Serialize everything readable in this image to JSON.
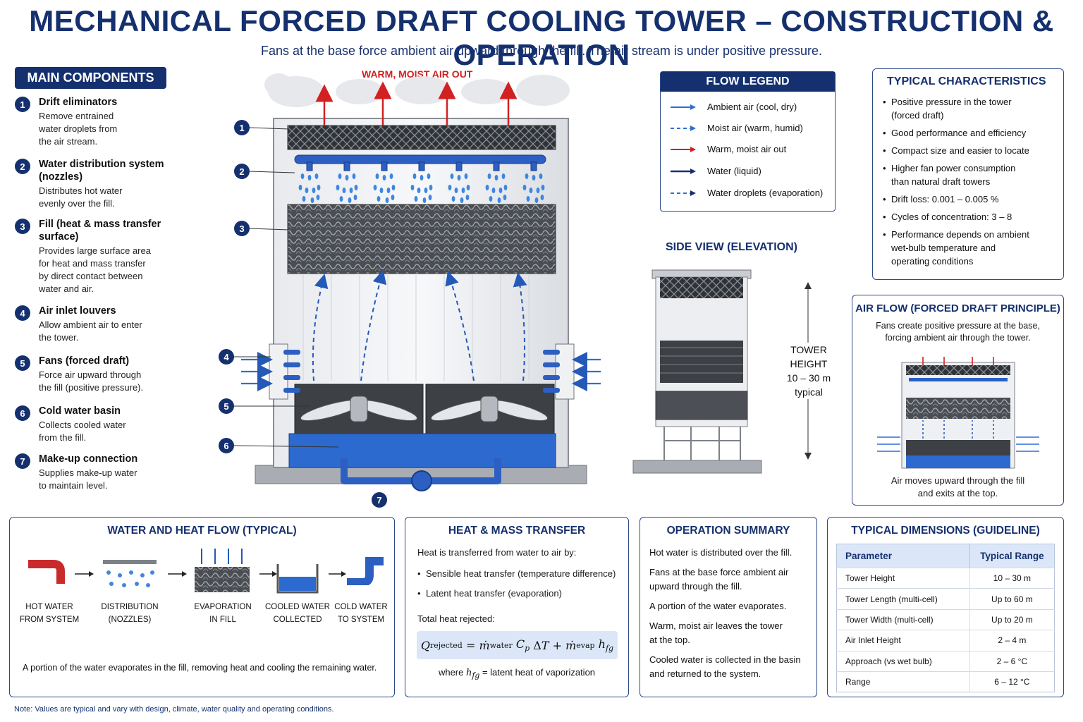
{
  "title": "MECHANICAL FORCED DRAFT COOLING TOWER – CONSTRUCTION & OPERATION",
  "subtitle": "Fans at the base force ambient air upward through the fill. The air stream is under positive pressure.",
  "components": {
    "header": "MAIN COMPONENTS",
    "items": [
      {
        "num": "1",
        "title": "Drift eliminators",
        "desc": "Remove entrained\nwater droplets from\nthe air stream."
      },
      {
        "num": "2",
        "title": "Water distribution system\n(nozzles)",
        "desc": "Distributes hot water\nevenly over the fill."
      },
      {
        "num": "3",
        "title": "Fill (heat & mass transfer\nsurface)",
        "desc": "Provides large surface area\nfor heat and mass transfer\nby direct contact between\nwater and air."
      },
      {
        "num": "4",
        "title": "Air inlet louvers",
        "desc": "Allow ambient air to enter\nthe tower."
      },
      {
        "num": "5",
        "title": "Fans (forced draft)",
        "desc": "Force air upward through\nthe fill (positive pressure)."
      },
      {
        "num": "6",
        "title": "Cold water basin",
        "desc": "Collects cooled water\nfrom the fill."
      },
      {
        "num": "7",
        "title": "Make-up connection",
        "desc": "Supplies make-up water\nto maintain level."
      }
    ]
  },
  "diagram": {
    "warm_label": "WARM, MOIST AIR OUT",
    "callouts": [
      "1",
      "2",
      "3",
      "4",
      "5",
      "6",
      "7"
    ]
  },
  "legend": {
    "title": "FLOW LEGEND",
    "items": [
      {
        "label": "Ambient air (cool, dry)",
        "color": "#2f6fd0",
        "style": "solid"
      },
      {
        "label": "Moist air (warm, humid)",
        "color": "#2f6fd0",
        "style": "dashed"
      },
      {
        "label": "Warm, moist air out",
        "color": "#d32020",
        "style": "solid"
      },
      {
        "label": "Water (liquid)",
        "color": "#15306e",
        "style": "solid"
      },
      {
        "label": "Water droplets (evaporation)",
        "color": "#2f6fd0",
        "style": "dashed"
      }
    ]
  },
  "characteristics": {
    "title": "TYPICAL CHARACTERISTICS",
    "items": [
      "Positive pressure in the tower\n(forced draft)",
      "Good performance and efficiency",
      "Compact size and easier to locate",
      "Higher fan power consumption\nthan natural draft towers",
      "Drift loss: 0.001 – 0.005 %",
      "Cycles of concentration:  3 – 8",
      "Performance depends on ambient\nwet-bulb temperature and\noperating conditions"
    ]
  },
  "side_view": {
    "title": "SIDE VIEW (ELEVATION)",
    "height_label": "TOWER\nHEIGHT\n10 – 30 m\ntypical"
  },
  "air_flow": {
    "title": "AIR FLOW (FORCED DRAFT PRINCIPLE)",
    "desc": "Fans create positive pressure at the base,\nforcing ambient air through the tower.",
    "foot": "Air moves upward through the fill\nand exits at the top."
  },
  "water_heat_flow": {
    "title": "WATER AND HEAT FLOW (TYPICAL)",
    "steps": [
      "HOT WATER\nFROM SYSTEM",
      "DISTRIBUTION\n(NOZZLES)",
      "EVAPORATION\nIN FILL",
      "COOLED WATER\nCOLLECTED",
      "COLD WATER\nTO SYSTEM"
    ],
    "note": "A portion of the water evaporates in the fill, removing heat and cooling the remaining water."
  },
  "heat_mass": {
    "title": "HEAT & MASS TRANSFER",
    "intro": "Heat is transferred from water to air by:",
    "items": [
      "Sensible heat transfer (temperature difference)",
      "Latent heat transfer (evaporation)"
    ],
    "total": "Total heat rejected:",
    "where_prefix": "where",
    "where_suffix": "= latent heat of vaporization"
  },
  "operation": {
    "title": "OPERATION SUMMARY",
    "items": [
      "Hot water is distributed over the fill.",
      "Fans at the base force ambient air\nupward through the fill.",
      "A portion of the water evaporates.",
      "Warm, moist air leaves the tower\nat the top.",
      "Cooled water is collected in the basin\nand returned to the system."
    ]
  },
  "dimensions": {
    "title": "TYPICAL DIMENSIONS (GUIDELINE)",
    "headers": [
      "Parameter",
      "Typical Range"
    ],
    "rows": [
      [
        "Tower Height",
        "10 – 30 m"
      ],
      [
        "Tower Length (multi-cell)",
        "Up to 60 m"
      ],
      [
        "Tower Width (multi-cell)",
        "Up to 20 m"
      ],
      [
        "Air Inlet Height",
        "2 – 4 m"
      ],
      [
        "Approach (vs wet bulb)",
        "2 – 6 °C"
      ],
      [
        "Range",
        "6 – 12 °C"
      ]
    ]
  },
  "note": "Note: Values are typical and vary with design, climate, water quality and operating conditions."
}
